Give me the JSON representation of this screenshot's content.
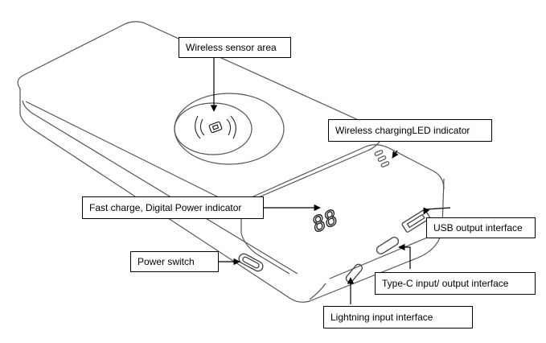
{
  "callouts": {
    "wireless_sensor_area": "Wireless sensor area",
    "wireless_charging_led": "Wireless chargingLED indicator",
    "fast_charge_indicator": "Fast charge, Digital Power indicator",
    "usb_output": "USB output interface",
    "power_switch": "Power switch",
    "type_c": "Type-C input/ output interface",
    "lightning_input": "Lightning input interface"
  },
  "display": {
    "digits": "88"
  },
  "colors": {
    "line": "#555555",
    "ink": "#000000",
    "background": "#ffffff"
  }
}
